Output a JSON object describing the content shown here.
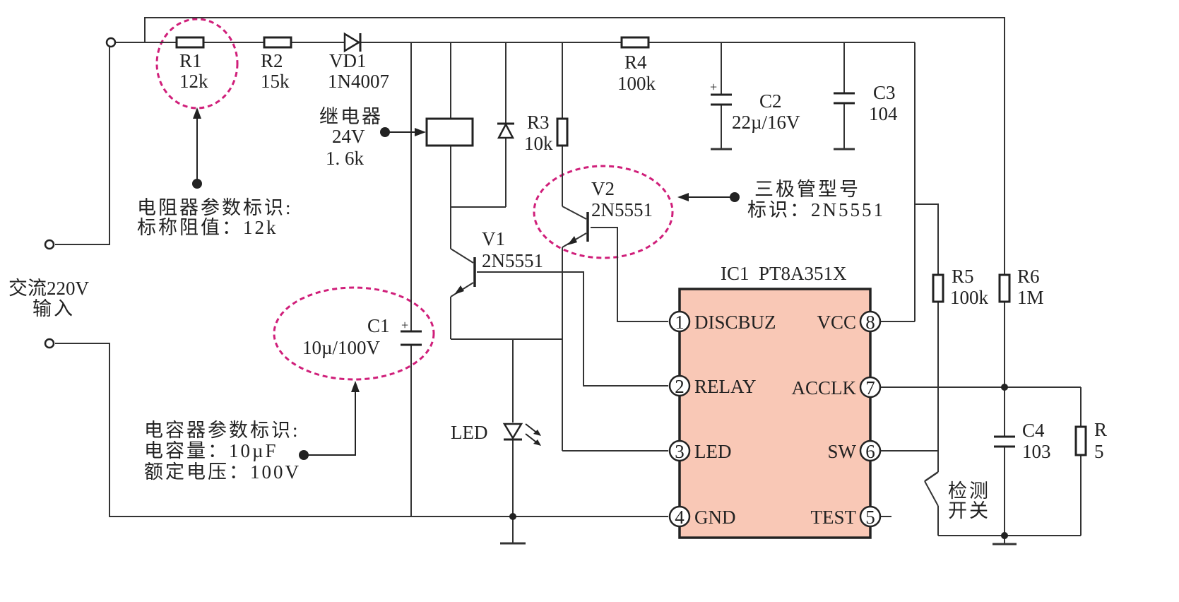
{
  "components": {
    "r1": {
      "name": "R1",
      "value": "12k"
    },
    "r2": {
      "name": "R2",
      "value": "15k"
    },
    "vd1": {
      "name": "VD1",
      "value": "1N4007"
    },
    "r4": {
      "name": "R4",
      "value": "100k"
    },
    "c2": {
      "name": "C2",
      "value": "22µ/16V"
    },
    "c3": {
      "name": "C3",
      "value": "104"
    },
    "relay": {
      "name": "继电器",
      "voltage": "24V",
      "resistance": "1. 6k"
    },
    "r3": {
      "name": "R3",
      "value": "10k"
    },
    "v2": {
      "name": "V2",
      "model": "2N5551"
    },
    "v1": {
      "name": "V1",
      "model": "2N5551"
    },
    "c1": {
      "name": "C1",
      "value": "10µ/100V"
    },
    "led": {
      "name": "LED"
    },
    "r5": {
      "name": "R5",
      "value": "100k"
    },
    "r6": {
      "name": "R6",
      "value": "1M"
    },
    "c4": {
      "name": "C4",
      "value": "103"
    },
    "r7": {
      "name": "R",
      "value": "5"
    },
    "sw": {
      "line1": "检测",
      "line2": "开关"
    },
    "ic1": {
      "label": "IC1  PT8A351X",
      "fill": "#f9c8b6",
      "pins": [
        {
          "num": "1",
          "name": "DISCBUZ"
        },
        {
          "num": "2",
          "name": "RELAY"
        },
        {
          "num": "3",
          "name": "LED"
        },
        {
          "num": "4",
          "name": "GND"
        },
        {
          "num": "5",
          "name": "TEST"
        },
        {
          "num": "6",
          "name": "SW"
        },
        {
          "num": "7",
          "name": "ACCLK"
        },
        {
          "num": "8",
          "name": "VCC"
        }
      ]
    }
  },
  "input": {
    "line1": "交流220V",
    "line2": "输入"
  },
  "annotations": {
    "resistor": {
      "line1": "电阻器参数标识:",
      "line2": "标称阻值：12k",
      "color": "#c2e5f7"
    },
    "transistor": {
      "line1": "三极管型号",
      "line2": "标识：2N5551",
      "color": "#fbf7c2"
    },
    "capacitor": {
      "line1": "电容器参数标识:",
      "line2": "电容量：10µF",
      "line3": "额定电压：100V",
      "color": "#cde9cc"
    }
  },
  "colors": {
    "highlight_border": "#d01f7a",
    "wire": "#333333"
  }
}
